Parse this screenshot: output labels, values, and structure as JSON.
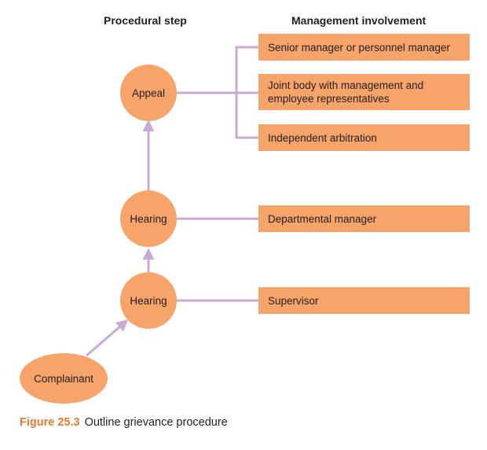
{
  "headers": {
    "procedural_step": "Procedural step",
    "management_involvement": "Management involvement"
  },
  "steps": {
    "appeal": "Appeal",
    "hearing_2": "Hearing",
    "hearing_1": "Hearing",
    "complainant": "Complainant"
  },
  "involvement": {
    "senior": "Senior manager or personnel manager",
    "joint_body": "Joint body with management and employee representatives",
    "arbitration": "Independent arbitration",
    "departmental": "Departmental manager",
    "supervisor": "Supervisor"
  },
  "caption": {
    "figure_number": "Figure 25.3",
    "text": "Outline grievance procedure"
  },
  "colors": {
    "node_fill": "#f7a46b",
    "connector": "#c9a9d8",
    "figure_label": "#e8782d"
  }
}
